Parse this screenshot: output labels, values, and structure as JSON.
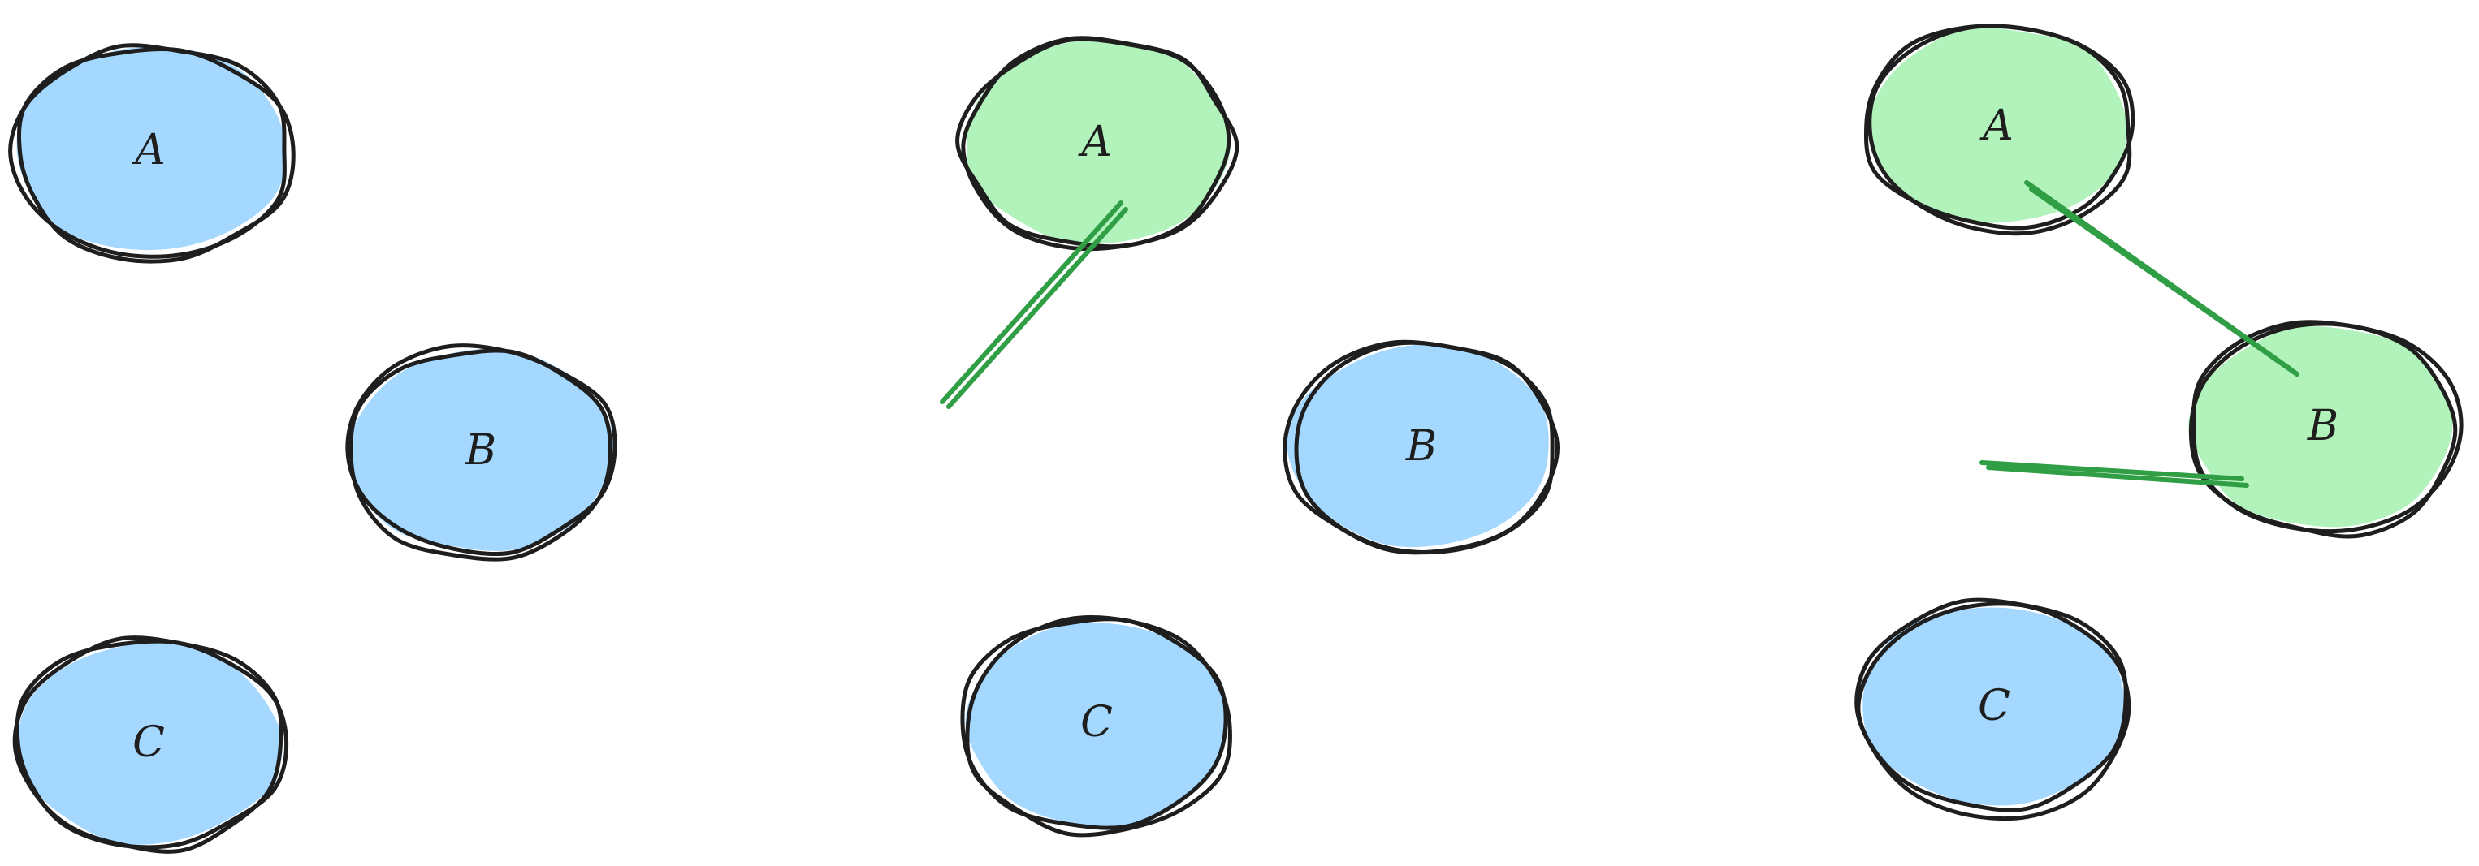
{
  "colors": {
    "unvisited": "#a5d8ff",
    "visited": "#b2f2bb",
    "outline": "#1e1e1e",
    "edge": "#2f9e44"
  },
  "panels": [
    {
      "step": 1,
      "nodes": [
        {
          "label": "A",
          "state": "unvisited"
        },
        {
          "label": "B",
          "state": "unvisited"
        },
        {
          "label": "C",
          "state": "unvisited"
        }
      ],
      "edges": []
    },
    {
      "step": 2,
      "nodes": [
        {
          "label": "A",
          "state": "visited"
        },
        {
          "label": "B",
          "state": "unvisited"
        },
        {
          "label": "C",
          "state": "unvisited"
        }
      ],
      "edges": [
        {
          "from": "A",
          "to": "B",
          "state": "in-progress"
        }
      ]
    },
    {
      "step": 3,
      "nodes": [
        {
          "label": "A",
          "state": "visited"
        },
        {
          "label": "B",
          "state": "visited"
        },
        {
          "label": "C",
          "state": "unvisited"
        }
      ],
      "edges": [
        {
          "from": "A",
          "to": "B",
          "state": "complete"
        },
        {
          "from": "B",
          "to": "C",
          "state": "in-progress"
        }
      ]
    }
  ]
}
